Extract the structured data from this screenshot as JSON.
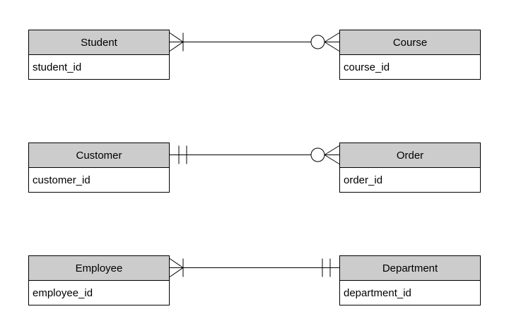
{
  "diagram": {
    "colors": {
      "page_background": "#ffffff",
      "entity_header_fill": "#cccccc",
      "entity_body_fill": "#ffffff",
      "border": "#000000",
      "connector": "#000000",
      "text": "#000000"
    },
    "entities": [
      {
        "name": "Student",
        "attribute": "student_id"
      },
      {
        "name": "Course",
        "attribute": "course_id"
      },
      {
        "name": "Customer",
        "attribute": "customer_id"
      },
      {
        "name": "Order",
        "attribute": "order_id"
      },
      {
        "name": "Employee",
        "attribute": "employee_id"
      },
      {
        "name": "Department",
        "attribute": "department_id"
      }
    ],
    "relationships": [
      {
        "from": "Student",
        "to": "Course",
        "from_cardinality": "one-or-many (crow's foot with bar)",
        "to_cardinality": "zero-or-many (circle with crow's foot)"
      },
      {
        "from": "Customer",
        "to": "Order",
        "from_cardinality": "exactly-one (double bar)",
        "to_cardinality": "zero-or-many (circle with crow's foot)"
      },
      {
        "from": "Employee",
        "to": "Department",
        "from_cardinality": "one-or-many (crow's foot with bar)",
        "to_cardinality": "exactly-one (double bar)"
      }
    ]
  }
}
